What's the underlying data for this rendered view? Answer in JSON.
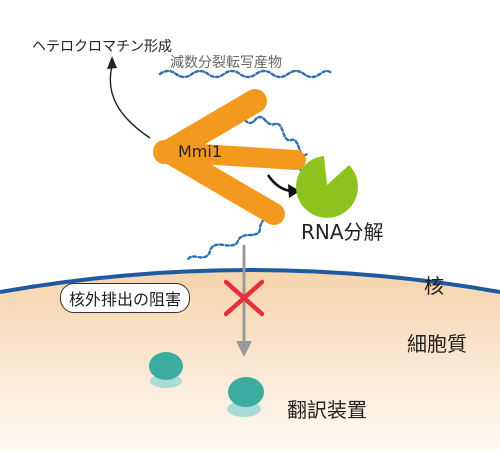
{
  "labels": {
    "heterochromatin": "ヘテロクロマチン形成",
    "meiotic_transcripts": "減数分裂転写産物",
    "protein": "Mmi1",
    "rna_decay": "RNA分解",
    "export_block": "核外排出の阻害",
    "nucleus": "核",
    "cytoplasm": "細胞質",
    "translation": "翻訳装置"
  },
  "colors": {
    "orange": "#f39a1e",
    "green": "#8ec21f",
    "teal": "#3bada0",
    "teal_light": "#a9dcd7",
    "blue": "#2f6fb3",
    "membrane": "#1e5aa0",
    "cytoplasm_top": "#f6d3ac",
    "red": "#e5303a"
  },
  "icons": [
    "curved-arrow-icon",
    "pacman-rna-decay-icon",
    "cross-icon",
    "down-arrow-icon",
    "ribosome-icon"
  ]
}
